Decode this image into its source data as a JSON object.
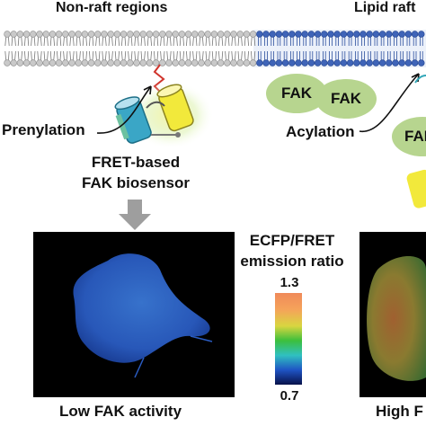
{
  "headings": {
    "non_raft": "Non-raft regions",
    "lipid_raft": "Lipid raft"
  },
  "labels": {
    "prenylation": "Prenylation",
    "acylation": "Acylation",
    "fak1": "FAK",
    "fak2": "FAK",
    "fak3": "FAK",
    "biosensor_line1": "FRET-based",
    "biosensor_line2": "FAK biosensor"
  },
  "scale": {
    "title_line1": "ECFP/FRET",
    "title_line2": "emission ratio",
    "max": "1.3",
    "min": "0.7"
  },
  "captions": {
    "low": "Low FAK activity",
    "high": "High F"
  },
  "colors": {
    "nonraft_lipid_head": "#c9c9c9",
    "raft_lipid_head": "#3f64b8",
    "fak_green": "#b7d58f",
    "cfp_cyan": "#3aa6c6",
    "yfp_yellow": "#f2e93b",
    "arrow_gray": "#9e9e9e",
    "colorbar": [
      "#f08a5a",
      "#f5a35a",
      "#d9d640",
      "#3cbf3c",
      "#30c0c0",
      "#1f54c4",
      "#08124a"
    ]
  }
}
